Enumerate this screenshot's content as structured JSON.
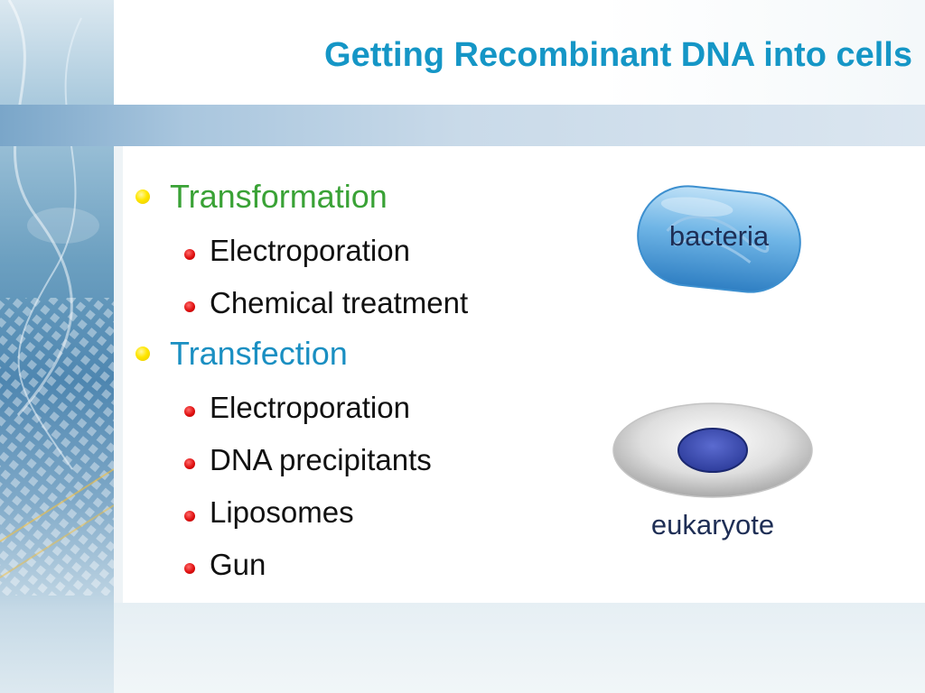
{
  "slide": {
    "title": "Getting Recombinant DNA into cells"
  },
  "bullets": [
    {
      "label": "Transformation",
      "color": "#3aa236",
      "children": [
        "Electroporation",
        "Chemical treatment"
      ]
    },
    {
      "label": "Transfection",
      "color": "#1a8fc2",
      "children": [
        "Electroporation",
        "DNA precipitants",
        "Liposomes",
        "Gun"
      ]
    }
  ],
  "illustrations": {
    "bacteria_label": "bacteria",
    "eukaryote_label": "eukaryote"
  },
  "colors": {
    "title": "#1596c6",
    "level1_bullet": "#ffe600",
    "level2_bullet": "#e01010",
    "cell_nucleus": "#2e3d9c"
  }
}
